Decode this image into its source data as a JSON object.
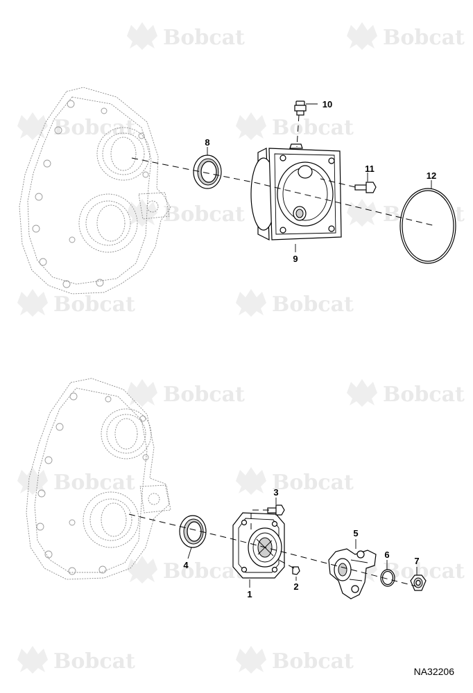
{
  "watermark": {
    "brand": "Bobcat"
  },
  "callouts": {
    "c1": "1",
    "c2": "2",
    "c3": "3",
    "c4": "4",
    "c5": "5",
    "c6": "6",
    "c7": "7",
    "c8": "8",
    "c9": "9",
    "c10": "10",
    "c11": "11",
    "c12": "12"
  },
  "drawing_number": "NA32206"
}
